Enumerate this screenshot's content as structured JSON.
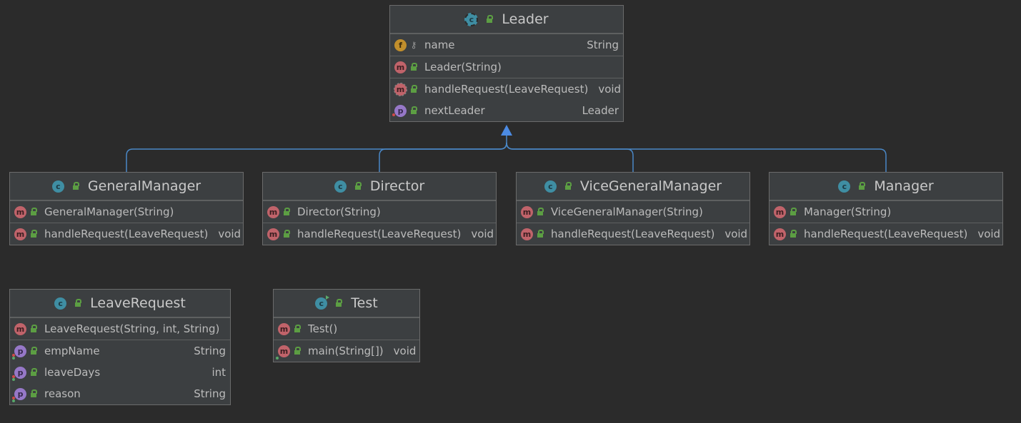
{
  "colors": {
    "background": "#2b2b2b",
    "box": "#3c3f41",
    "edge": "#4a88c7",
    "arrowhead": "#4c8be3"
  },
  "classes": {
    "leader": {
      "name": "Leader",
      "kind": "abstract-class",
      "field_name": "name",
      "field_type": "String",
      "ctor": "Leader(String)",
      "m1_sig": "handleRequest(LeaveRequest)",
      "m1_type": "void",
      "p1_sig": "nextLeader",
      "p1_type": "Leader"
    },
    "general_manager": {
      "name": "GeneralManager",
      "kind": "class",
      "ctor": "GeneralManager(String)",
      "m1_sig": "handleRequest(LeaveRequest)",
      "m1_type": "void"
    },
    "director": {
      "name": "Director",
      "kind": "class",
      "ctor": "Director(String)",
      "m1_sig": "handleRequest(LeaveRequest)",
      "m1_type": "void"
    },
    "vice_general_manager": {
      "name": "ViceGeneralManager",
      "kind": "class",
      "ctor": "ViceGeneralManager(String)",
      "m1_sig": "handleRequest(LeaveRequest)",
      "m1_type": "void"
    },
    "manager": {
      "name": "Manager",
      "kind": "class",
      "ctor": "Manager(String)",
      "m1_sig": "handleRequest(LeaveRequest)",
      "m1_type": "void"
    },
    "leave_request": {
      "name": "LeaveRequest",
      "kind": "class",
      "ctor": "LeaveRequest(String, int, String)",
      "p1_sig": "empName",
      "p1_type": "String",
      "p2_sig": "leaveDays",
      "p2_type": "int",
      "p3_sig": "reason",
      "p3_type": "String"
    },
    "test": {
      "name": "Test",
      "kind": "runnable-class",
      "ctor": "Test()",
      "m1_sig": "main(String[])",
      "m1_type": "void"
    }
  },
  "icons": {
    "class": "class-icon",
    "method": "method-icon",
    "field": "field-icon",
    "property": "property-icon",
    "public": "lock-icon",
    "private": "key-icon"
  },
  "edges": [
    {
      "from": "GeneralManager",
      "to": "Leader",
      "kind": "generalization"
    },
    {
      "from": "Director",
      "to": "Leader",
      "kind": "generalization"
    },
    {
      "from": "ViceGeneralManager",
      "to": "Leader",
      "kind": "generalization"
    },
    {
      "from": "Manager",
      "to": "Leader",
      "kind": "generalization"
    }
  ]
}
